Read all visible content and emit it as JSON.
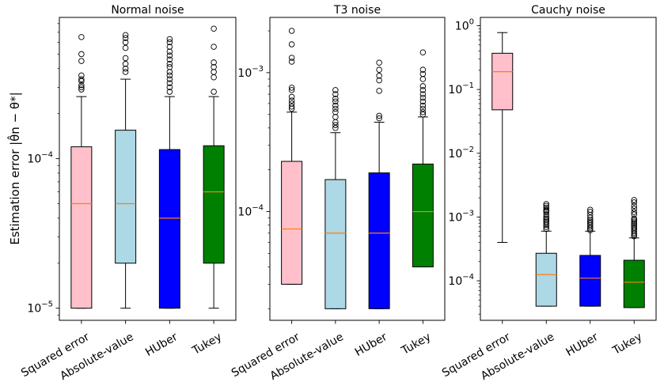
{
  "chart_data": {
    "ylabel": "Estimation error |θ̂n − θ*|",
    "categories": [
      "Squared error",
      "Absolute-value",
      "HUber",
      "Tukey"
    ],
    "box_colors": [
      "#ffc0cb",
      "#add8e6",
      "#0000ff",
      "#008000"
    ],
    "median_color": "#ff7f0e",
    "panels": [
      {
        "type": "box",
        "title": "Normal noise",
        "yscale": "log",
        "ylim": [
          8.3e-06,
          0.00088
        ],
        "yticks": [
          {
            "value": 1e-05,
            "exp": "−5"
          },
          {
            "value": 0.0001,
            "exp": "−4"
          }
        ],
        "boxes": [
          {
            "whislo": 1e-05,
            "q1": 1e-05,
            "med": 5e-05,
            "q3": 0.00012,
            "whishi": 0.00026,
            "fliers": [
              0.00029,
              0.0003,
              0.00031,
              0.00033,
              0.00034,
              0.00036,
              0.00045,
              0.0005,
              0.00065
            ]
          },
          {
            "whislo": 1e-05,
            "q1": 2e-05,
            "med": 5e-05,
            "q3": 0.000155,
            "whishi": 0.00034,
            "fliers": [
              0.00038,
              0.0004,
              0.00043,
              0.00047,
              0.00055,
              0.0006,
              0.00064,
              0.00067
            ]
          },
          {
            "whislo": 1e-05,
            "q1": 1e-05,
            "med": 4e-05,
            "q3": 0.000115,
            "whishi": 0.00026,
            "fliers": [
              0.00028,
              0.0003,
              0.00032,
              0.00034,
              0.00036,
              0.00038,
              0.00041,
              0.00043,
              0.00046,
              0.00049,
              0.00052,
              0.00056,
              0.0006,
              0.00063
            ]
          },
          {
            "whislo": 1e-05,
            "q1": 2e-05,
            "med": 6e-05,
            "q3": 0.000122,
            "whishi": 0.00026,
            "fliers": [
              0.00028,
              0.00035,
              0.00038,
              0.00041,
              0.00044,
              0.00056,
              0.00074
            ]
          }
        ]
      },
      {
        "type": "box",
        "title": "T3 noise",
        "yscale": "log",
        "ylim": [
          1.65e-05,
          0.0025
        ],
        "yticks": [
          {
            "value": 0.0001,
            "exp": "−4"
          },
          {
            "value": 0.001,
            "exp": "−3"
          }
        ],
        "boxes": [
          {
            "whislo": 3e-05,
            "q1": 3e-05,
            "med": 7.5e-05,
            "q3": 0.00023,
            "whishi": 0.00052,
            "fliers": [
              0.00055,
              0.00057,
              0.0006,
              0.00063,
              0.00067,
              0.00075,
              0.00078,
              0.0012,
              0.00128,
              0.0016,
              0.002
            ]
          },
          {
            "whislo": 2e-05,
            "q1": 2e-05,
            "med": 7e-05,
            "q3": 0.00017,
            "whishi": 0.00037,
            "fliers": [
              0.0004,
              0.00042,
              0.00044,
              0.00048,
              0.00052,
              0.00055,
              0.00058,
              0.00062,
              0.00065,
              0.0007,
              0.00075
            ]
          },
          {
            "whislo": 2e-05,
            "q1": 2e-05,
            "med": 7e-05,
            "q3": 0.00019,
            "whishi": 0.00044,
            "fliers": [
              0.00047,
              0.00049,
              0.00074,
              0.00088,
              0.00095,
              0.00105,
              0.00118
            ]
          },
          {
            "whislo": 4e-05,
            "q1": 4e-05,
            "med": 0.0001,
            "q3": 0.00022,
            "whishi": 0.00048,
            "fliers": [
              0.0005,
              0.00052,
              0.00055,
              0.00058,
              0.00062,
              0.00066,
              0.0007,
              0.00075,
              0.0008,
              0.0009,
              0.00098,
              0.00105,
              0.0014
            ]
          }
        ]
      },
      {
        "type": "box",
        "title": "Cauchy noise",
        "yscale": "log",
        "ylim": [
          2.4e-05,
          1.35
        ],
        "yticks": [
          {
            "value": 0.0001,
            "exp": "−4"
          },
          {
            "value": 0.001,
            "exp": "−3"
          },
          {
            "value": 0.01,
            "exp": "−2"
          },
          {
            "value": 0.1,
            "exp": "−1"
          },
          {
            "value": 1,
            "exp": "0"
          }
        ],
        "boxes": [
          {
            "whislo": 0.0004,
            "q1": 0.048,
            "med": 0.19,
            "q3": 0.37,
            "whishi": 0.78,
            "fliers": []
          },
          {
            "whislo": 4e-05,
            "q1": 4e-05,
            "med": 0.000125,
            "q3": 0.00027,
            "whishi": 0.0006,
            "fliers": [
              0.00065,
              0.0007,
              0.00075,
              0.0008,
              0.00085,
              0.0009,
              0.00095,
              0.001,
              0.0011,
              0.0012,
              0.00125,
              0.0013,
              0.0014,
              0.0015,
              0.0016
            ]
          },
          {
            "whislo": 4e-05,
            "q1": 4e-05,
            "med": 0.00011,
            "q3": 0.00025,
            "whishi": 0.0006,
            "fliers": [
              0.00062,
              0.00066,
              0.0007,
              0.00075,
              0.0008,
              0.00085,
              0.0009,
              0.00098,
              0.00108,
              0.0012,
              0.0013
            ]
          },
          {
            "whislo": 3.8e-05,
            "q1": 3.8e-05,
            "med": 9.5e-05,
            "q3": 0.00021,
            "whishi": 0.00047,
            "fliers": [
              0.0005,
              0.00053,
              0.00056,
              0.0006,
              0.00064,
              0.00068,
              0.00072,
              0.00076,
              0.0008,
              0.00085,
              0.0009,
              0.00095,
              0.0011,
              0.0012,
              0.00135,
              0.0015,
              0.0017,
              0.00185
            ]
          }
        ]
      }
    ]
  }
}
